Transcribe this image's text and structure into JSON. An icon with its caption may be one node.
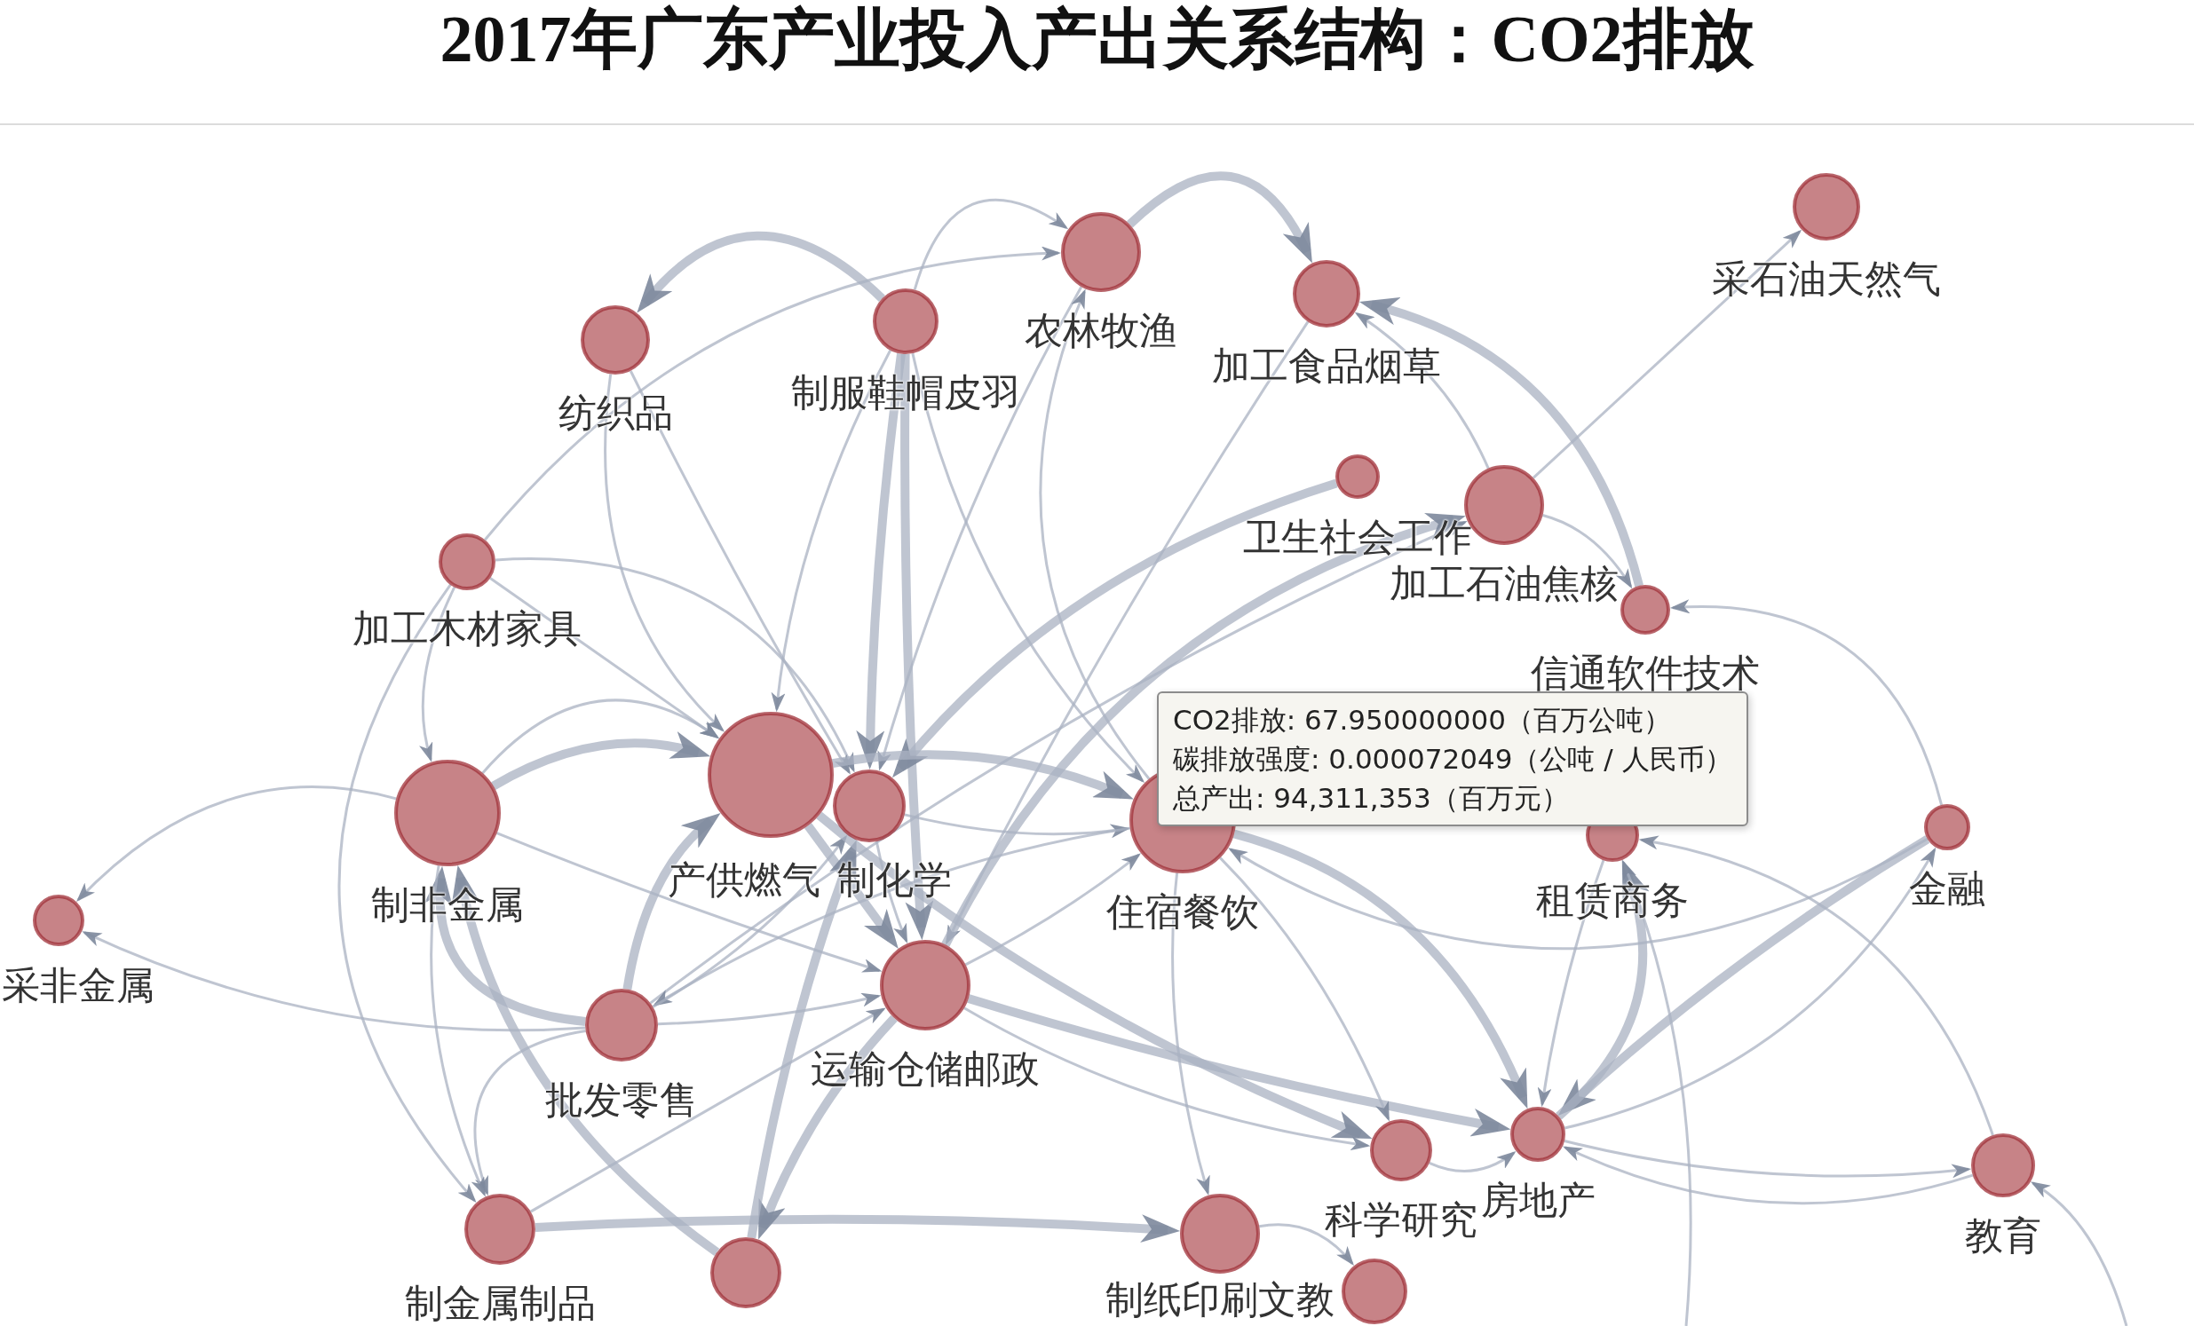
{
  "diagram": {
    "title": "2017年广东产业投入产出关系结构：CO2排放",
    "nodes": [
      {
        "text": [
          "采石油天然气"
        ]
      },
      {
        "text": [
          "农林牧渔"
        ]
      },
      {
        "text": [
          "加工食品烟草"
        ]
      },
      {
        "text": [
          "制服鞋帽皮羽"
        ]
      },
      {
        "text": [
          "纺织品"
        ]
      },
      {
        "text": [
          "卫生社会工作"
        ]
      },
      {
        "text": [
          "加工石油焦核"
        ]
      },
      {
        "text": [
          "加工木材家具"
        ]
      },
      {
        "text": [
          "信通软件技术"
        ]
      },
      {
        "text": [
          "产供燃气"
        ]
      },
      {
        "text": [
          "制化学"
        ]
      },
      {
        "text": [
          "制非金属"
        ]
      },
      {
        "text": [
          "住宿餐饮"
        ]
      },
      {
        "text": [
          "金融"
        ]
      },
      {
        "text": [
          "租赁商务"
        ]
      },
      {
        "text": [
          "采非金属"
        ]
      },
      {
        "text": [
          "运输仓储邮政"
        ]
      },
      {
        "text": [
          "批发零售"
        ]
      },
      {
        "text": [
          "房地产"
        ]
      },
      {
        "text": [
          "科学研究"
        ]
      },
      {
        "text": [
          "教育"
        ]
      },
      {
        "text": [
          "制金属制品"
        ]
      },
      {
        "text": [
          "制纸印刷文教"
        ]
      },
      {
        "text": [],
        "shape": "circle"
      },
      {
        "text": [],
        "shape": "circle"
      },
      {
        "text": [
          "CO2排放: 67.950000000（百万公吨）",
          "碳排放强度: 0.000072049（公吨 / 人民币）",
          "总产出: 94,311,353（百万元）"
        ]
      }
    ],
    "edges": [
      {
        "from": 3,
        "to": 4,
        "arrow": "to",
        "style": "thick"
      },
      {
        "from": 7,
        "to": 1,
        "arrow": "to"
      },
      {
        "from": 1,
        "to": 2,
        "arrow": "to",
        "style": "thick"
      },
      {
        "from": 8,
        "to": 2,
        "arrow": "to",
        "style": "thick"
      },
      {
        "from": 6,
        "to": 0,
        "arrow": "to"
      },
      {
        "from": 3,
        "to": 10,
        "arrow": "to",
        "style": "thick"
      },
      {
        "from": 3,
        "to": 16,
        "arrow": "to",
        "style": "thick"
      },
      {
        "from": 3,
        "to": 9,
        "arrow": "to"
      },
      {
        "from": 3,
        "to": 12,
        "arrow": "to"
      },
      {
        "from": 1,
        "to": 10,
        "arrow": "to"
      },
      {
        "from": 12,
        "to": 1,
        "arrow": "to"
      },
      {
        "from": 3,
        "to": 1,
        "arrow": "to"
      },
      {
        "from": 2,
        "to": 16,
        "arrow": "to"
      },
      {
        "from": 5,
        "to": 10,
        "arrow": "to",
        "style": "thick"
      },
      {
        "from": 17,
        "to": 6,
        "arrow": "to"
      },
      {
        "from": 16,
        "to": 6,
        "arrow": "to",
        "style": "thick"
      },
      {
        "from": 11,
        "to": 15,
        "arrow": "to"
      },
      {
        "from": 17,
        "to": 15,
        "arrow": "to"
      },
      {
        "from": 17,
        "to": 11,
        "arrow": "to",
        "style": "thick"
      },
      {
        "from": 23,
        "to": 11,
        "arrow": "to",
        "style": "thick"
      },
      {
        "from": 11,
        "to": 9,
        "arrow": "to",
        "style": "thick"
      },
      {
        "from": 11,
        "to": 9,
        "arrow": "to"
      },
      {
        "from": 11,
        "to": 16,
        "arrow": "to"
      },
      {
        "from": 17,
        "to": 21,
        "arrow": "to"
      },
      {
        "from": 21,
        "to": 16,
        "arrow": "to"
      },
      {
        "from": 21,
        "to": 22,
        "arrow": "to",
        "style": "thick"
      },
      {
        "from": 11,
        "to": 21,
        "arrow": "to"
      },
      {
        "from": 7,
        "to": 10,
        "arrow": "to"
      },
      {
        "from": 7,
        "to": 9,
        "arrow": "to"
      },
      {
        "from": 7,
        "to": 11,
        "arrow": "to"
      },
      {
        "from": 7,
        "to": 21,
        "arrow": "to"
      },
      {
        "from": 4,
        "to": 9,
        "arrow": "to"
      },
      {
        "from": 4,
        "to": 10,
        "arrow": "to"
      },
      {
        "from": 16,
        "to": 18,
        "arrow": "to",
        "style": "thick"
      },
      {
        "from": 12,
        "to": 18,
        "arrow": "to",
        "style": "thick"
      },
      {
        "from": 13,
        "to": 18,
        "arrow": "to",
        "style": "thick"
      },
      {
        "from": 18,
        "to": 13,
        "arrow": "to"
      },
      {
        "from": 20,
        "to": 18,
        "arrow": "to"
      },
      {
        "from": 18,
        "to": 20,
        "arrow": "to"
      },
      {
        "from": 20,
        "to": 14,
        "arrow": "to"
      },
      {
        "from": 13,
        "to": 12,
        "arrow": "to"
      },
      {
        "from": 13,
        "to": 8,
        "arrow": "to"
      },
      {
        "from": null,
        "to": 20,
        "arrow": "to"
      },
      {
        "from": 18,
        "to": 14,
        "arrow": "to",
        "style": "thick"
      },
      {
        "from": 14,
        "to": 18,
        "arrow": "to"
      },
      {
        "from": null,
        "to": 14,
        "arrow": "to"
      },
      {
        "from": 6,
        "to": 8,
        "arrow": "to"
      },
      {
        "from": 6,
        "to": 2,
        "arrow": "to"
      },
      {
        "from": 9,
        "to": 16,
        "arrow": "to",
        "style": "thick"
      },
      {
        "from": 10,
        "to": 16,
        "arrow": "to"
      },
      {
        "from": 9,
        "to": 12,
        "arrow": "to",
        "style": "thick"
      },
      {
        "from": 10,
        "to": 12,
        "arrow": "to"
      },
      {
        "from": 17,
        "to": 9,
        "arrow": "to",
        "style": "thick"
      },
      {
        "from": 17,
        "to": 16,
        "arrow": "to"
      },
      {
        "from": 16,
        "to": 12,
        "arrow": "to"
      },
      {
        "from": 16,
        "to": 23,
        "arrow": "to",
        "style": "thick"
      },
      {
        "from": 16,
        "to": 19,
        "arrow": "to"
      },
      {
        "from": 12,
        "to": 22,
        "arrow": "to"
      },
      {
        "from": 12,
        "to": 19,
        "arrow": "to"
      },
      {
        "from": 19,
        "to": 18,
        "arrow": "to"
      },
      {
        "from": 22,
        "to": 24,
        "arrow": "to"
      },
      {
        "from": 23,
        "to": 10,
        "arrow": "to",
        "style": "thick"
      },
      {
        "from": 12,
        "to": 17,
        "arrow": "to"
      },
      {
        "from": 17,
        "to": 10,
        "arrow": "to"
      },
      {
        "from": 9,
        "to": 19,
        "arrow": "to",
        "style": "thick"
      }
    ]
  }
}
